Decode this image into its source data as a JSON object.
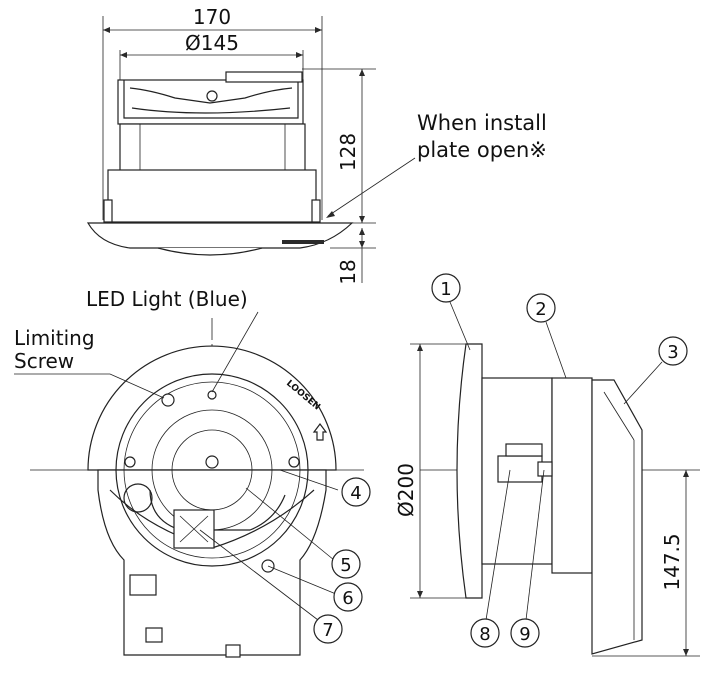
{
  "dimensions": {
    "width_top": "170",
    "diameter_top": "Ø145",
    "height_128": "128",
    "height_18": "18",
    "diameter_side": "Ø200",
    "height_147_5": "147.5"
  },
  "labels": {
    "install_note_line1": "When install",
    "install_note_line2": "plate open※",
    "led_light": "LED Light (Blue)",
    "limiting_line1": "Limiting",
    "limiting_line2": "Screw",
    "loosen_mark": "LOOSEN"
  },
  "callouts": [
    "1",
    "2",
    "3",
    "4",
    "5",
    "6",
    "7",
    "8",
    "9"
  ]
}
